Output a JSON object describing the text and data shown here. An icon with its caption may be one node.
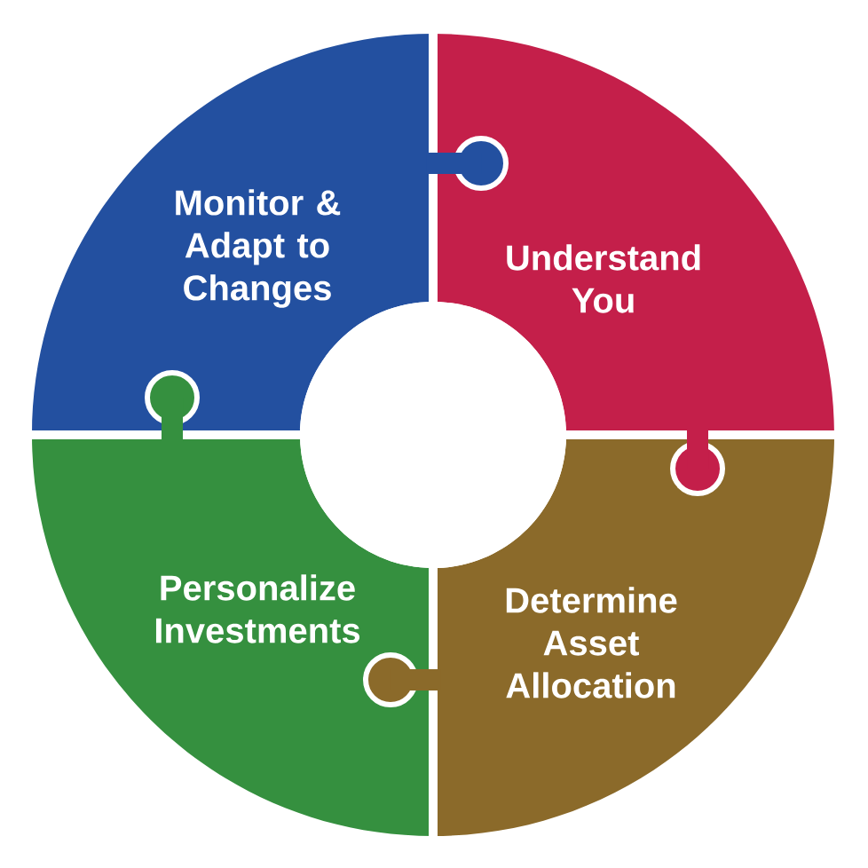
{
  "diagram": {
    "nodes": [
      {
        "text": [
          "Monitor & Adapt to Changes"
        ]
      },
      {
        "text": [
          "Understand You"
        ]
      },
      {
        "text": [
          "Determine Asset Allocation"
        ]
      },
      {
        "text": [
          "Personalize Investments"
        ]
      },
      {
        "text": [],
        "shape": "circle"
      }
    ]
  }
}
